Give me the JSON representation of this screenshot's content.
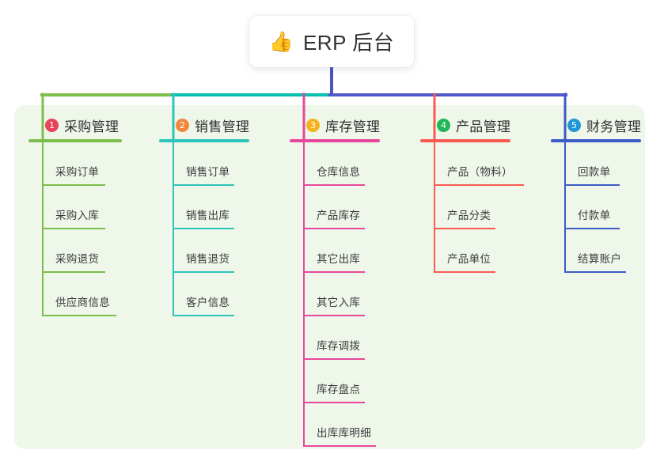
{
  "root": {
    "icon": "thumbs-up-icon",
    "emoji": "👍",
    "title": "ERP 后台"
  },
  "panel": {
    "background_color": "#eef7e9"
  },
  "connector_colors": {
    "trunk": "#4a55c2",
    "bar_left": "#7dbe4a",
    "bar_mid": "#06c0ae",
    "bar_right": "#5158c9"
  },
  "columns": [
    {
      "number": "1",
      "title": "采购管理",
      "badge_color": "#e8445c",
      "line_color": "#7dbe4a",
      "rule_width": 118,
      "items": [
        {
          "label": "采购订单",
          "rule_width": 80
        },
        {
          "label": "采购入库",
          "rule_width": 80
        },
        {
          "label": "采购退货",
          "rule_width": 80
        },
        {
          "label": "供应商信息",
          "rule_width": 94
        }
      ]
    },
    {
      "number": "2",
      "title": "销售管理",
      "badge_color": "#f0873c",
      "line_color": "#2ec4bb",
      "rule_width": 114,
      "items": [
        {
          "label": "销售订单",
          "rule_width": 78
        },
        {
          "label": "销售出库",
          "rule_width": 78
        },
        {
          "label": "销售退货",
          "rule_width": 78
        },
        {
          "label": "客户信息",
          "rule_width": 78
        }
      ]
    },
    {
      "number": "3",
      "title": "库存管理",
      "badge_color": "#f5b31d",
      "line_color": "#e7479b",
      "rule_width": 114,
      "items": [
        {
          "label": "仓库信息",
          "rule_width": 78
        },
        {
          "label": "产品库存",
          "rule_width": 78
        },
        {
          "label": "其它出库",
          "rule_width": 78
        },
        {
          "label": "其它入库",
          "rule_width": 78
        },
        {
          "label": "库存调拨",
          "rule_width": 78
        },
        {
          "label": "库存盘点",
          "rule_width": 78
        },
        {
          "label": "出库库明细",
          "rule_width": 92
        }
      ]
    },
    {
      "number": "4",
      "title": "产品管理",
      "badge_color": "#1fb857",
      "line_color": "#fb5a52",
      "rule_width": 114,
      "items": [
        {
          "label": "产品（物料）",
          "rule_width": 114
        },
        {
          "label": "产品分类",
          "rule_width": 78
        },
        {
          "label": "产品单位",
          "rule_width": 78
        }
      ]
    },
    {
      "number": "5",
      "title": "财务管理",
      "badge_color": "#2196d8",
      "line_color": "#3d5bc4",
      "rule_width": 114,
      "items": [
        {
          "label": "回款单",
          "rule_width": 70
        },
        {
          "label": "付款单",
          "rule_width": 70
        },
        {
          "label": "结算账户",
          "rule_width": 78
        }
      ]
    }
  ]
}
